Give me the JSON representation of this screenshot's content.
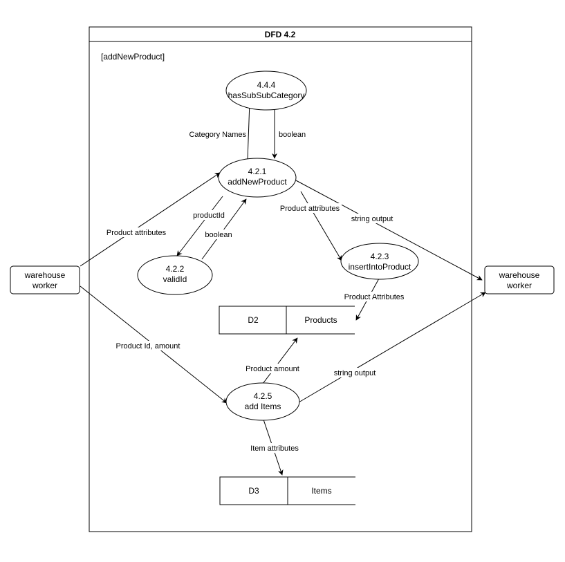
{
  "diagram": {
    "frame_title": "DFD 4.2",
    "frame_tag": "[addNewProduct]",
    "processes": {
      "p421": {
        "id": "4.2.1",
        "name": "addNewProduct"
      },
      "p444": {
        "id": "4.4.4",
        "name": "hasSubSubCategory"
      },
      "p422": {
        "id": "4.2.2",
        "name": "validId"
      },
      "p423": {
        "id": "4.2.3",
        "name": "insertIntoProduct"
      },
      "p425": {
        "id": "4.2.5",
        "name": "add Items"
      }
    },
    "entities": {
      "left": {
        "line1": "warehouse",
        "line2": "worker"
      },
      "right": {
        "line1": "warehouse",
        "line2": "worker"
      }
    },
    "stores": {
      "d2": {
        "id": "D2",
        "name": "Products"
      },
      "d3": {
        "id": "D3",
        "name": "Items"
      }
    },
    "flows": {
      "category_names": "Category Names",
      "boolean_top": "boolean",
      "product_attributes_left": "Product attributes",
      "product_id": "productId",
      "boolean_mid": "boolean",
      "product_attributes_mid": "Product attributes",
      "string_output_top": "string output",
      "product_attributes_store": "Product Attributes",
      "product_id_amount": "Product Id, amount",
      "product_amount": "Product amount",
      "string_output_bottom": "string output",
      "item_attributes": "Item attributes"
    }
  }
}
